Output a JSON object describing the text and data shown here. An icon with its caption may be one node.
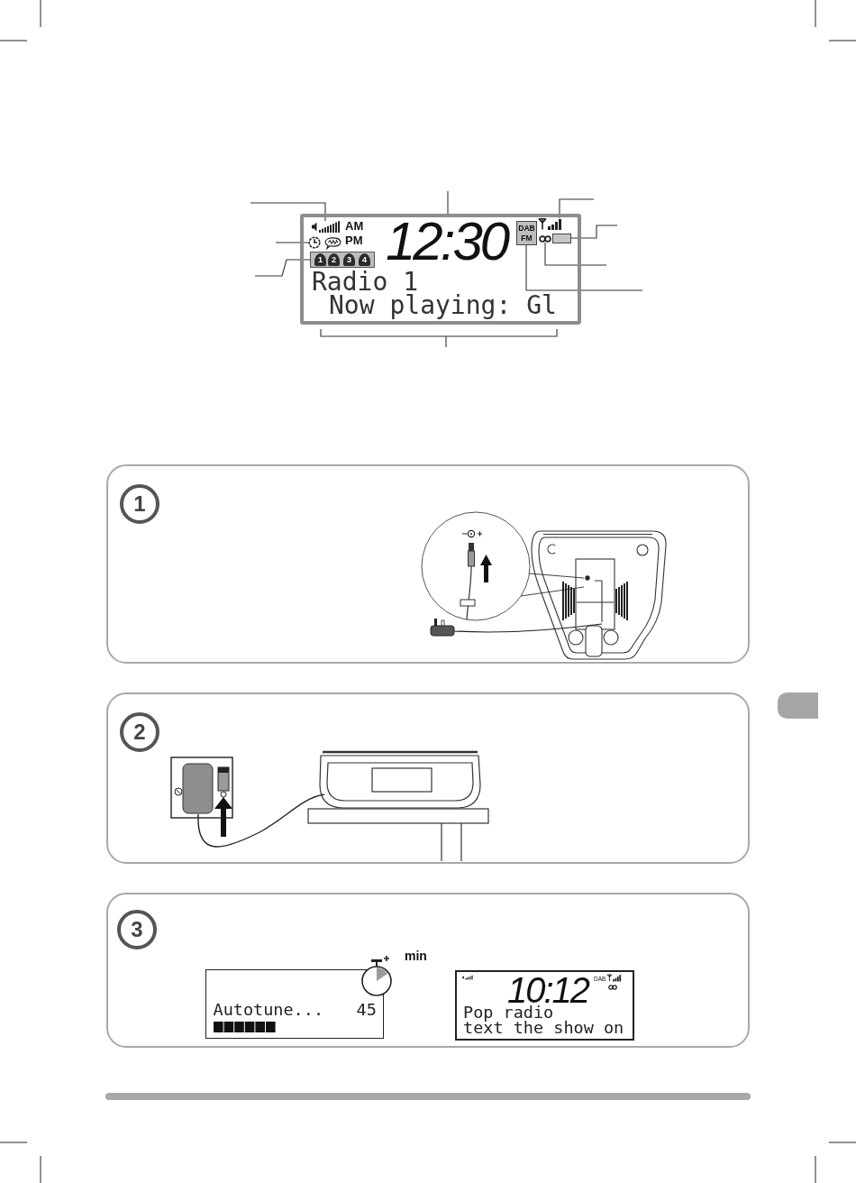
{
  "diagram": {
    "nodes": [
      {
        "text": [
          "AM",
          "PM",
          "Radio 1",
          "Now playing: Gl"
        ]
      },
      {
        "text": [],
        "shape": "picture",
        "in": 0
      },
      {
        "text": [],
        "shape": "picture",
        "in": 0
      },
      {
        "text": [
          "1",
          "2",
          "3",
          "4"
        ],
        "in": 0
      },
      {
        "text": [
          "12:30"
        ],
        "in": 0
      },
      {
        "text": [],
        "shape": "picture",
        "in": 0
      },
      {
        "text": [],
        "shape": "box",
        "in": 0
      },
      {
        "text": [],
        "shape": "picture",
        "in": 0
      },
      {
        "text": [
          "DAB",
          "FM"
        ],
        "in": 0
      },
      {
        "text": [],
        "shape": "box"
      },
      {
        "text": [
          "1"
        ],
        "in": 9
      },
      {
        "text": [],
        "shape": "box"
      },
      {
        "text": [
          "2"
        ],
        "in": 11
      },
      {
        "text": [],
        "shape": "box"
      },
      {
        "text": [
          "3"
        ],
        "in": 13
      },
      {
        "text": [
          "Autotune...",
          "45"
        ],
        "in": 13
      },
      {
        "text": [
          "10:12",
          "DAB",
          "Pop radio",
          "text the show on"
        ],
        "in": 13
      }
    ],
    "edges": [
      {
        "from": null,
        "to": 1,
        "arrow": "none"
      },
      {
        "from": null,
        "to": 2,
        "arrow": "none"
      },
      {
        "from": null,
        "to": 3,
        "arrow": "none"
      },
      {
        "from": null,
        "to": 4,
        "arrow": "none"
      },
      {
        "from": null,
        "to": 5,
        "arrow": "none"
      },
      {
        "from": null,
        "to": 6,
        "arrow": "none"
      },
      {
        "from": null,
        "to": 7,
        "arrow": "none"
      },
      {
        "from": null,
        "to": 8,
        "arrow": "none"
      }
    ],
    "labels": [
      "min"
    ]
  }
}
